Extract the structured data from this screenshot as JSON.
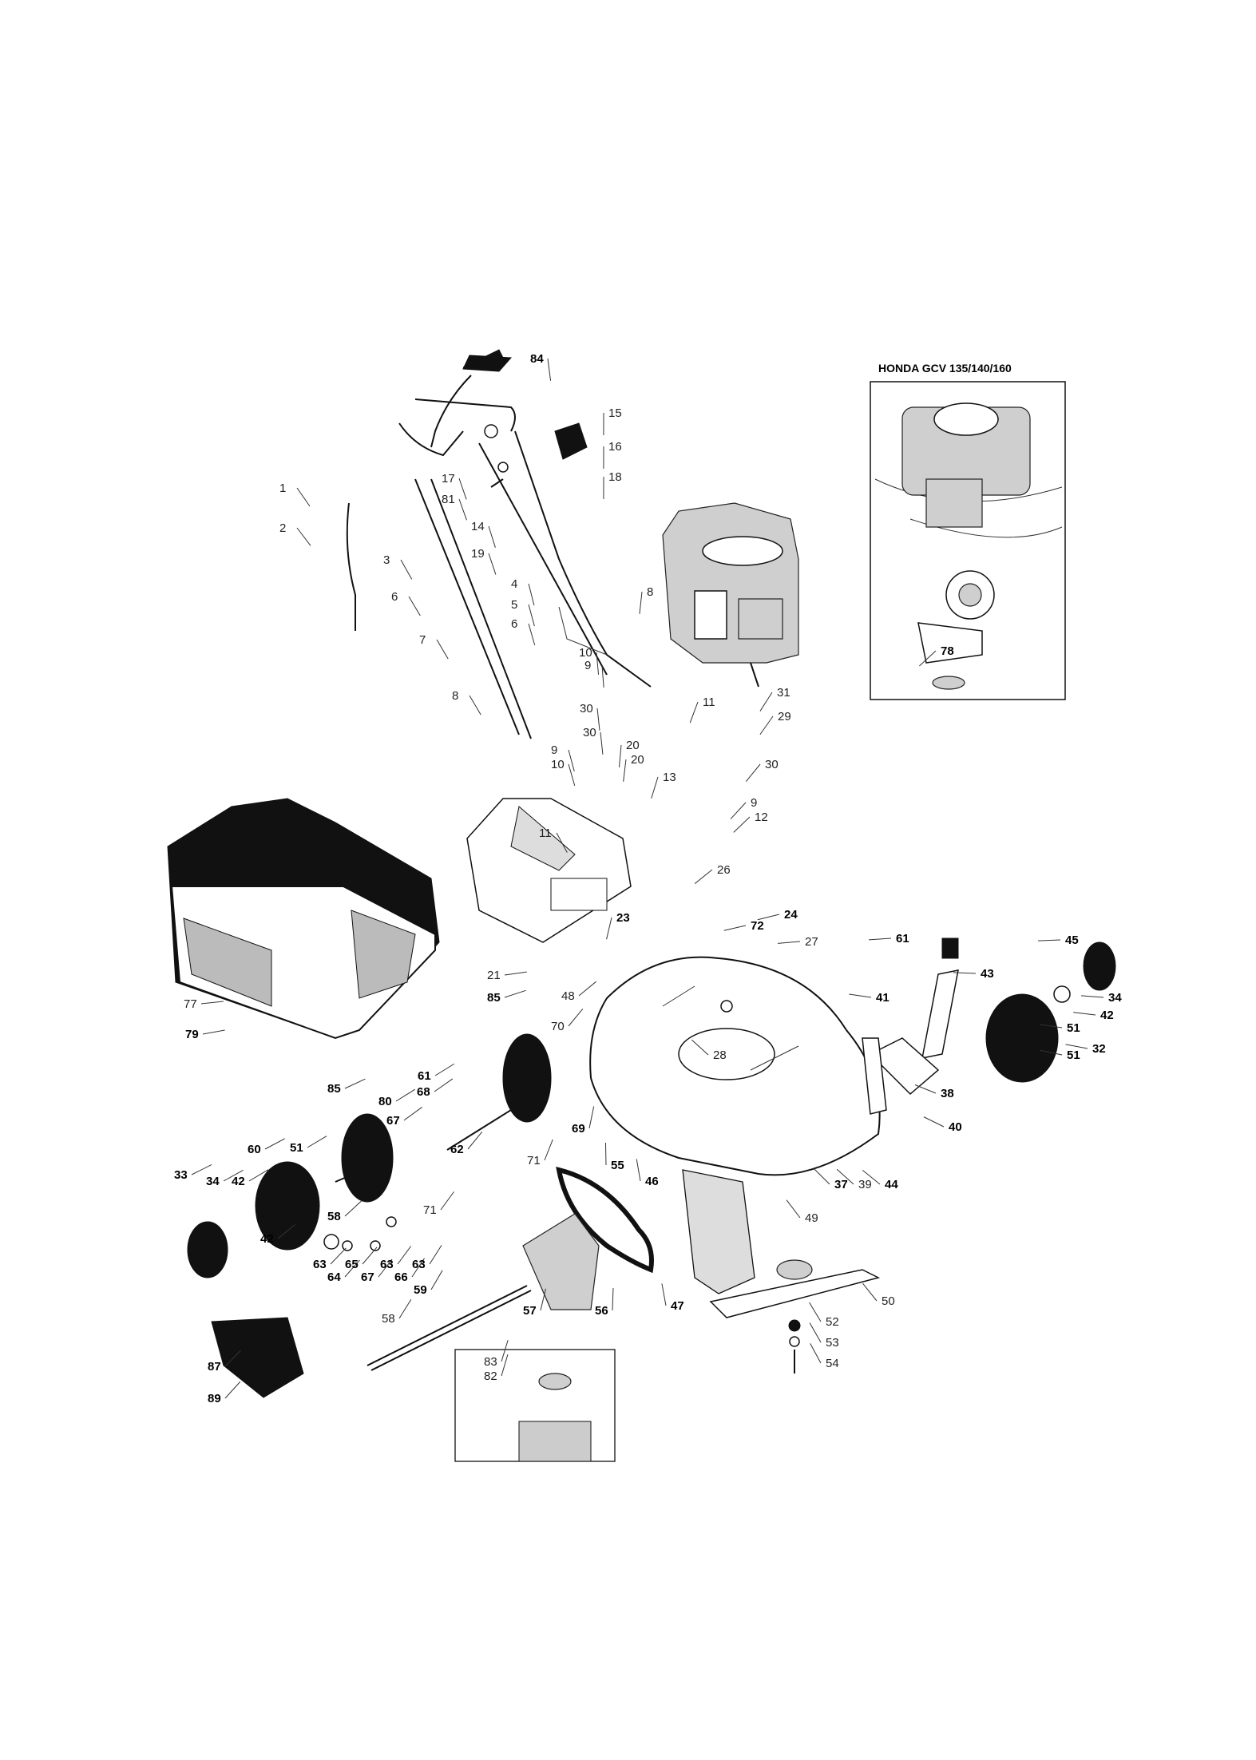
{
  "inset": {
    "title": "HONDA GCV 135/140/160"
  },
  "labels": [
    "1",
    "2",
    "3",
    "4",
    "5",
    "6",
    "6",
    "7",
    "8",
    "8",
    "9",
    "9",
    "9",
    "10",
    "10",
    "11",
    "11",
    "12",
    "13",
    "14",
    "15",
    "16",
    "17",
    "18",
    "19",
    "20",
    "20",
    "21",
    "23",
    "24",
    "26",
    "27",
    "28",
    "29",
    "30",
    "30",
    "30",
    "31",
    "32",
    "33",
    "34",
    "34",
    "37",
    "38",
    "39",
    "40",
    "41",
    "42",
    "42",
    "42",
    "43",
    "44",
    "45",
    "46",
    "47",
    "48",
    "49",
    "50",
    "51",
    "51",
    "51",
    "52",
    "53",
    "54",
    "55",
    "56",
    "57",
    "58",
    "58",
    "59",
    "60",
    "61",
    "61",
    "62",
    "63",
    "63",
    "63",
    "64",
    "65",
    "66",
    "67",
    "67",
    "68",
    "69",
    "70",
    "71",
    "71",
    "72",
    "77",
    "78",
    "79",
    "80",
    "81",
    "82",
    "83",
    "84",
    "85",
    "85",
    "87",
    "89"
  ]
}
